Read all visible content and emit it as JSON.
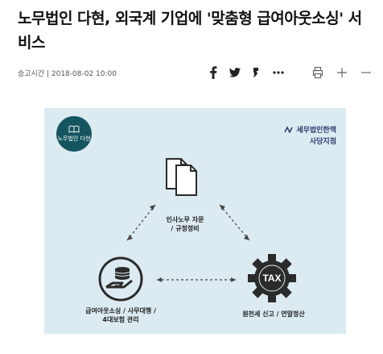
{
  "article": {
    "headline": "노무법인 다현, 외국계 기업에 '맞춤형 급여아웃소싱' 서비스",
    "meta": "승고시간 | 2018-08-02 10:00"
  },
  "share_icons": [
    "facebook-icon",
    "twitter-icon",
    "kakao-story-icon",
    "more-icon",
    "print-icon",
    "font-increase-icon",
    "font-decrease-icon"
  ],
  "figure": {
    "logo_left_text": "노무법인 다현",
    "logo_right_line1": "세무법인한맥",
    "logo_right_line2": "사당지점",
    "top_label_line1": "인사노무 자문",
    "top_label_line2": "/ 규정정비",
    "left_label_line1": "급여아웃소싱 / 사무대행 /",
    "left_label_line2": "4대보험 관리",
    "right_label": "원천세 신고 / 연말정산",
    "tax_text": "TAX",
    "colors": {
      "background": "#dcebf1",
      "icon_dark": "#2b2b2b",
      "logo_teal": "#15555f",
      "logo_navy": "#2a3c6e"
    }
  }
}
